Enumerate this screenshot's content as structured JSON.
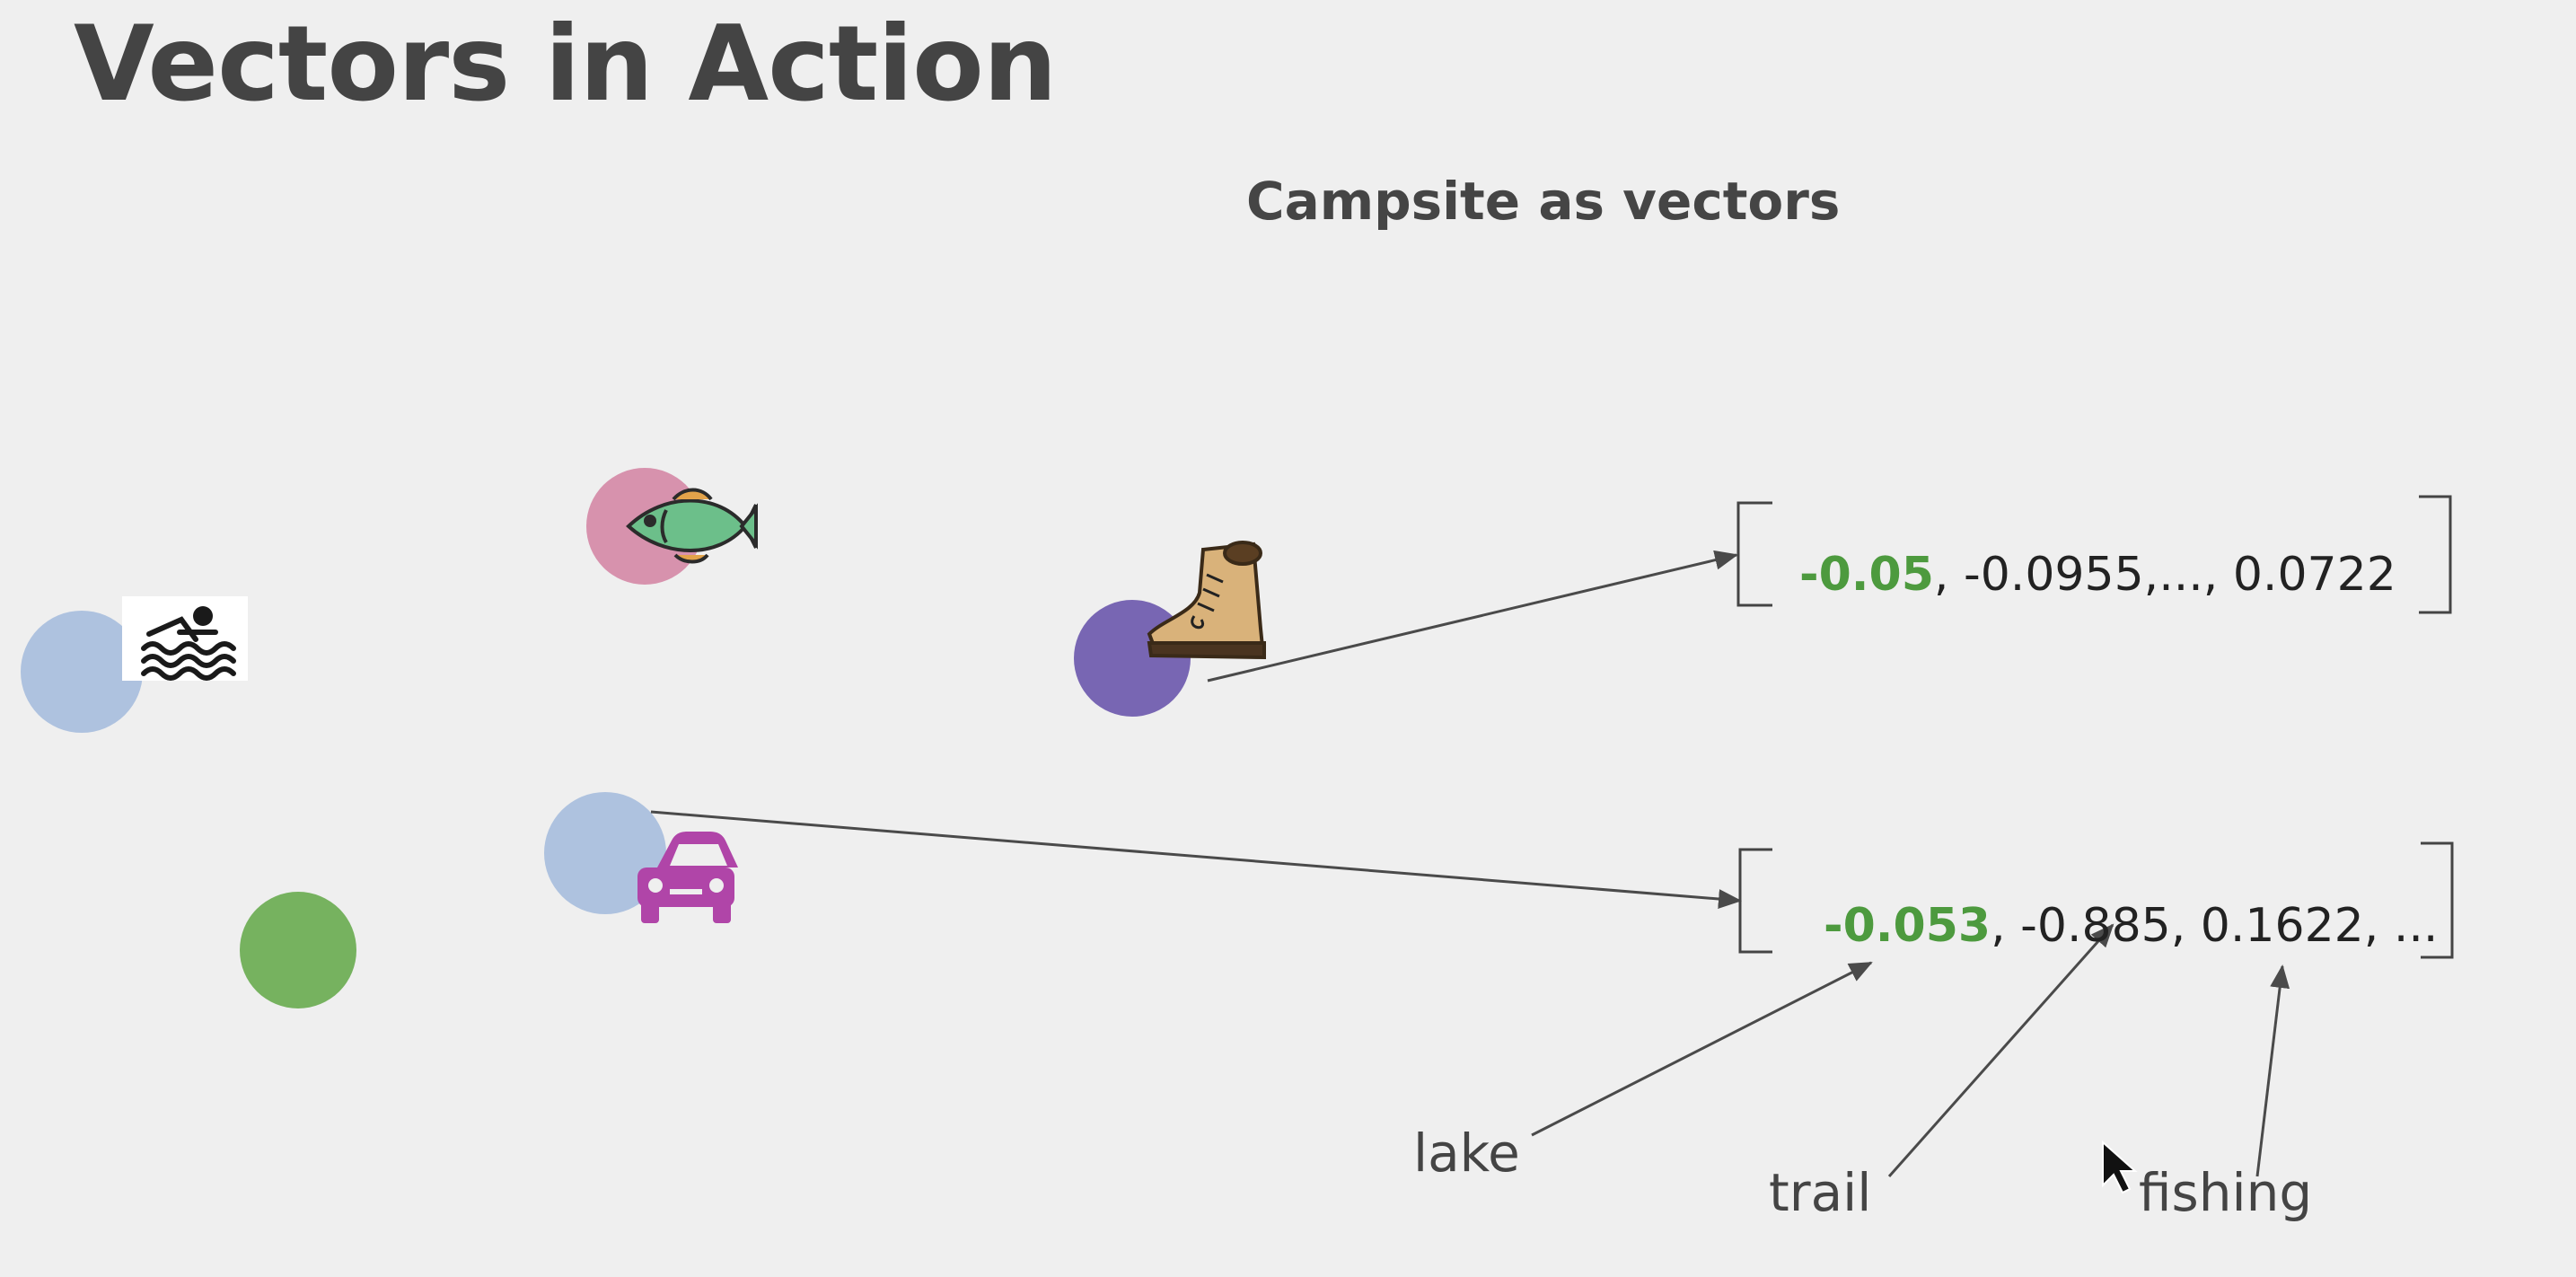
{
  "slide": {
    "title": "Vectors in Action",
    "subtitle": "Campsite as vectors"
  },
  "vectors": [
    {
      "highlight": "-0.05",
      "rest": ", -0.0955,..., 0.0722"
    },
    {
      "highlight": "-0.053",
      "rest": ", -0.885, 0.1622, ..."
    }
  ],
  "features": [
    "lake",
    "trail",
    "fishing"
  ],
  "icons": [
    "swimming-icon",
    "fish-icon",
    "hiking-boot-icon",
    "car-icon",
    "mouse-cursor-icon"
  ],
  "colors": {
    "highlight": "#4d9a3e",
    "dot_light_blue": "#aec2df",
    "dot_pink": "#d792ad",
    "dot_purple": "#7866b3",
    "dot_green": "#76b25f",
    "car": "#b045a8"
  }
}
